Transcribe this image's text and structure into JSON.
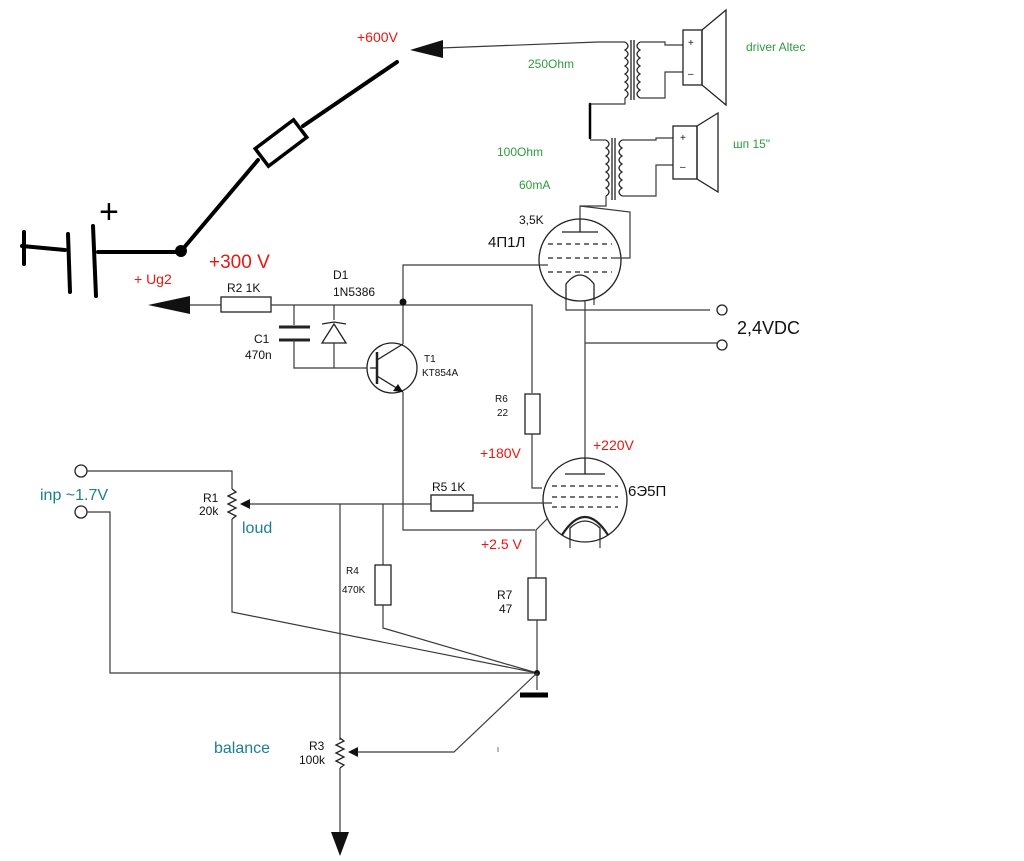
{
  "voltages": {
    "v600": "+600V",
    "v300": "+300 V",
    "ug2": "+ Ug2",
    "v180": "+180V",
    "v220": "+220V",
    "v25": "+2.5 V",
    "dc24": "2,4VDC"
  },
  "battery": {
    "plus": "+"
  },
  "transformers": {
    "t1_impedance": "250Ohm",
    "t2_impedance": "100Ohm",
    "t2_current": "60mA"
  },
  "speakers": {
    "driver": "driver Altec",
    "woofer": "шп 15\"",
    "plus": "+",
    "minus": "–"
  },
  "tubes": {
    "output_load": "3,5K",
    "output_name": "4П1Л",
    "driver_name": "6Э5П"
  },
  "parts": {
    "r2": "R2 1K",
    "d1_ref": "D1",
    "d1_val": "1N5386",
    "c1_ref": "C1",
    "c1_val": "470n",
    "t1_ref": "T1",
    "t1_val": "KT854A",
    "r6_ref": "R6",
    "r6_val": "22",
    "r5": "R5 1K",
    "r1_ref": "R1",
    "r1_val": "20k",
    "r4_ref": "R4",
    "r4_val": "470K",
    "r7_ref": "R7",
    "r7_val": "47",
    "r3_ref": "R3",
    "r3_val": "100k"
  },
  "controls": {
    "input": "inp ~1.7V",
    "loud": "loud",
    "balance": "balance"
  }
}
